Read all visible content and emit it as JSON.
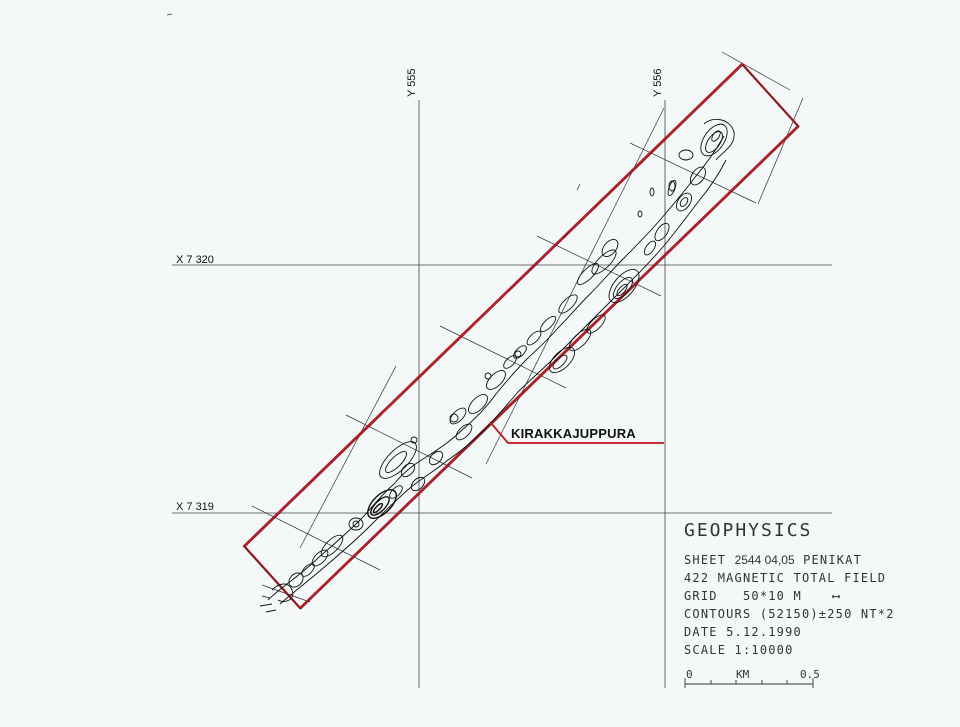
{
  "grid": {
    "x_7320": "X 7 320",
    "x_7319": "X 7 319",
    "y_555": "Y 555",
    "y_556": "Y 556"
  },
  "place_name": "KIRAKKAJUPPURA",
  "legend": {
    "title": "GEOPHYSICS",
    "sheet_prefix": "SHEET",
    "sheet_number": "2544 04,05",
    "sheet_name": "PENIKAT",
    "line2": "422 MAGNETIC TOTAL FIELD",
    "grid_line": "GRID   50*10 M",
    "grid_arrow": "⟷",
    "contours": "CONTOURS (52150)±250 NT*2",
    "date": "DATE 5.12.1990",
    "scale": "SCALE 1:10000"
  },
  "scalebar": {
    "start": "0",
    "unit": "KM",
    "end": "0.5"
  },
  "colors": {
    "survey_outline": "#c8141e",
    "linework": "#1a1a1a",
    "background": "#f4f8f9"
  }
}
